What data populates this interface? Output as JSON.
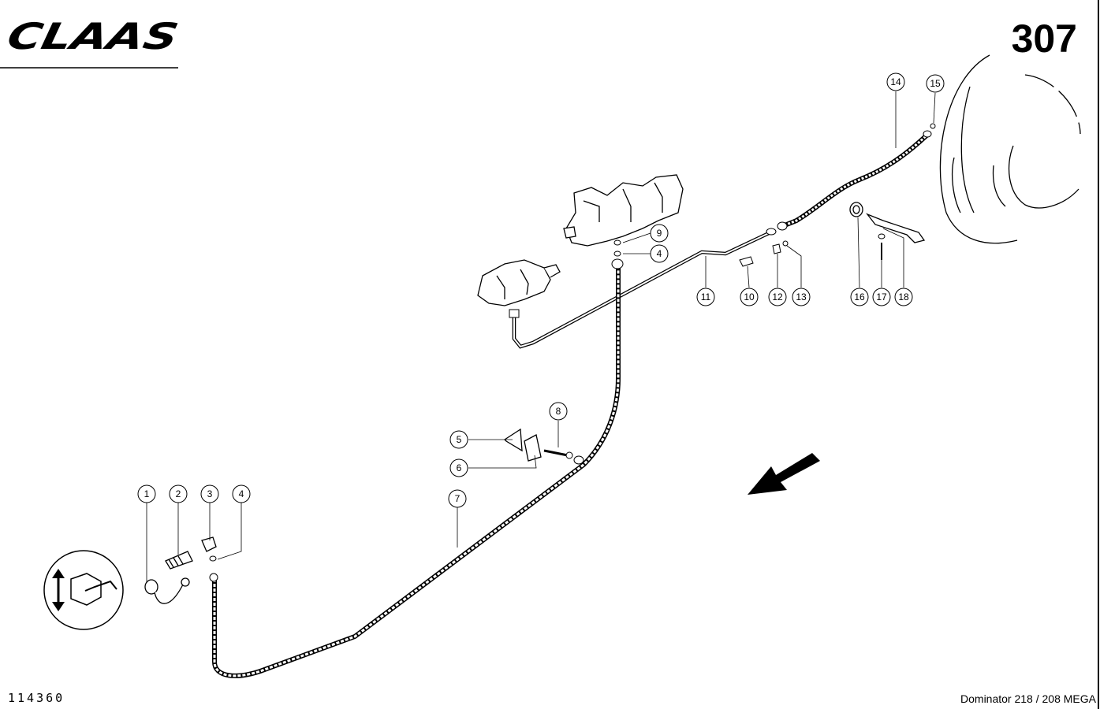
{
  "header": {
    "brand": "CLAAS",
    "page_number": "307"
  },
  "footer": {
    "drawing_number": "114360",
    "model": "Dominator 218 / 208 MEGA"
  },
  "callouts": [
    {
      "id": "c1",
      "label": "1"
    },
    {
      "id": "c2",
      "label": "2"
    },
    {
      "id": "c3",
      "label": "3"
    },
    {
      "id": "c4a",
      "label": "4"
    },
    {
      "id": "c4b",
      "label": "4"
    },
    {
      "id": "c5",
      "label": "5"
    },
    {
      "id": "c6",
      "label": "6"
    },
    {
      "id": "c7",
      "label": "7"
    },
    {
      "id": "c8",
      "label": "8"
    },
    {
      "id": "c9",
      "label": "9"
    },
    {
      "id": "c10",
      "label": "10"
    },
    {
      "id": "c11",
      "label": "11"
    },
    {
      "id": "c12",
      "label": "12"
    },
    {
      "id": "c13",
      "label": "13"
    },
    {
      "id": "c14",
      "label": "14"
    },
    {
      "id": "c15",
      "label": "15"
    },
    {
      "id": "c16",
      "label": "16"
    },
    {
      "id": "c17",
      "label": "17"
    },
    {
      "id": "c18",
      "label": "18"
    }
  ],
  "icons": {
    "direction_arrow": "arrow-icon",
    "lift_symbol": "hydraulic-lift-symbol-icon"
  },
  "colors": {
    "ink": "#000000",
    "paper": "#ffffff"
  }
}
